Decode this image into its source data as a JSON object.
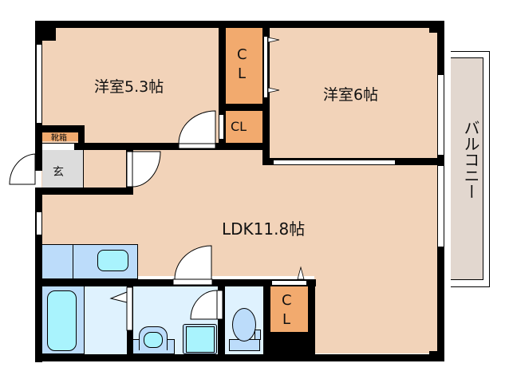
{
  "floor_plan": {
    "rooms": {
      "western_room_1": {
        "label": "洋室5.3帖",
        "type": "洋室",
        "size_jo": 5.3
      },
      "western_room_2": {
        "label": "洋室6帖",
        "type": "洋室",
        "size_jo": 6
      },
      "ldk": {
        "label": "LDK11.8帖",
        "type": "LDK",
        "size_jo": 11.8
      },
      "balcony": {
        "label": "バルコニー"
      },
      "entrance": {
        "label": "玄"
      },
      "shoe_box": {
        "label": "靴箱"
      }
    },
    "closets": [
      {
        "id": "closet-top",
        "label_line1": "C",
        "label_line2": "L"
      },
      {
        "id": "closet-small",
        "label": "CL"
      },
      {
        "id": "closet-bottom",
        "label_line1": "C",
        "label_line2": "L"
      }
    ],
    "fixtures": [
      "kitchen-counter",
      "kitchen-sink",
      "bathtub",
      "washbasin",
      "washing-machine-pan",
      "toilet"
    ],
    "colors": {
      "room": "#f2d3b9",
      "closet": "#f2aa6e",
      "wet_area": "#dff2fe",
      "fixture": "#bcdcfa",
      "basin": "#a9f3fd",
      "entrance": "#dcdcdc",
      "balcony": "#e2d7cf",
      "wall": "#000000"
    }
  }
}
